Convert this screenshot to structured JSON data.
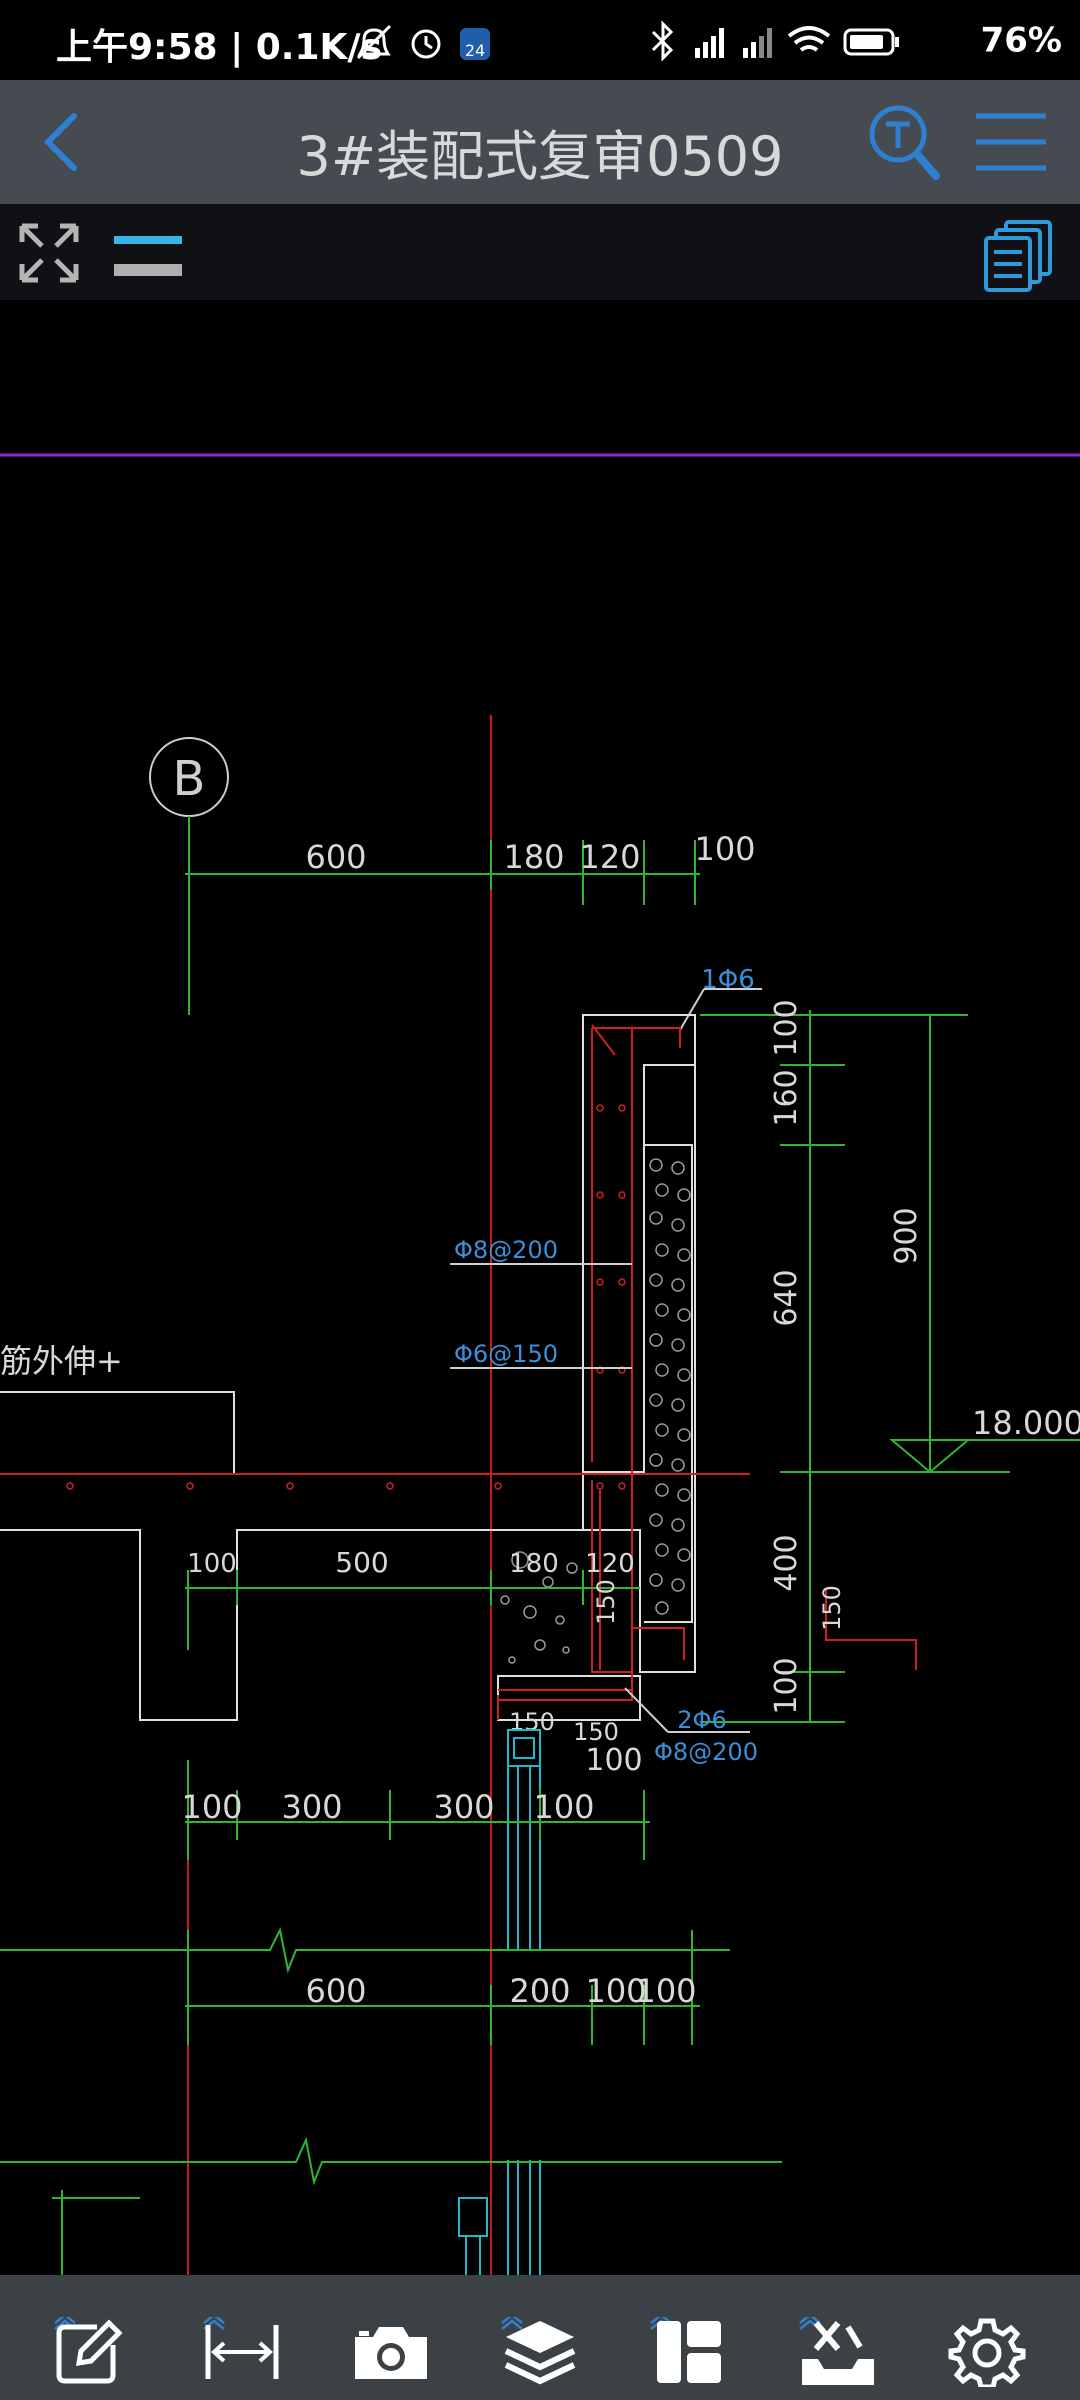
{
  "status_bar": {
    "time_speed": "上午9:58 | 0.1K/s",
    "calendar_day": "24",
    "battery": "76%"
  },
  "title_bar": {
    "title": "3#装配式复审0509"
  },
  "drawing": {
    "axis_label": "B",
    "note_text": "筋外伸+",
    "level": "18.000",
    "dims_top": [
      "600",
      "180",
      "120",
      "100"
    ],
    "dims_right": [
      "100",
      "160",
      "640",
      "400",
      "100"
    ],
    "dim_900": "900",
    "rebar_labels": [
      "1Φ6",
      "Φ8@200",
      "Φ6@150",
      "2Φ6",
      "Φ8@200"
    ],
    "dims_mid": [
      "100",
      "500",
      "180",
      "120",
      "150"
    ],
    "dims_small": [
      "150",
      "150",
      "100",
      "150"
    ],
    "dims_row2": [
      "100",
      "300",
      "300",
      "100"
    ],
    "dims_row3": [
      "600",
      "200",
      "100",
      "100"
    ]
  },
  "colors": {
    "title_bar_bg": "#454b51",
    "accent_blue": "#2f80d1",
    "cad_green": "#2fb82f",
    "cad_red": "#d11f1f",
    "cad_cyan": "#21b8c9",
    "cad_blue_text": "#3a8fd8"
  },
  "bottom_bar": {
    "items": [
      "annotate-icon",
      "measure-icon",
      "camera-icon",
      "layers-icon",
      "layout-icon",
      "toolbox-icon",
      "settings-icon"
    ]
  }
}
